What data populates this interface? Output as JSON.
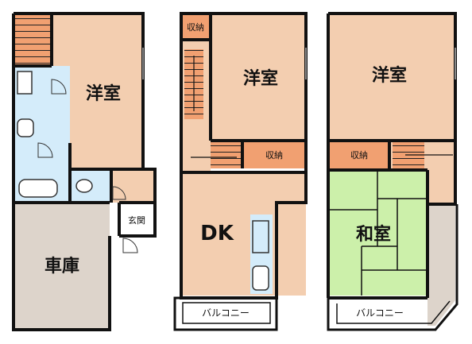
{
  "colors": {
    "room": "#f3ceb0",
    "garage": "#ddd4cb",
    "wet": "#d4ecfa",
    "tatami": "#ccf0aa",
    "storage": "#f1a071",
    "wall": "#111111",
    "paper": "#ffffff"
  },
  "floor1": {
    "western_room_label": "洋室",
    "garage_label": "車庫",
    "entrance_label": "玄関"
  },
  "floor2": {
    "storage_top_label": "収納",
    "western_room_label": "洋室",
    "storage_mid_label": "収納",
    "dk_label": "DK",
    "balcony_label": "バルコニー"
  },
  "floor3": {
    "western_room_label": "洋室",
    "storage_label": "収納",
    "japanese_room_label": "和室",
    "balcony_label": "バルコニー"
  }
}
